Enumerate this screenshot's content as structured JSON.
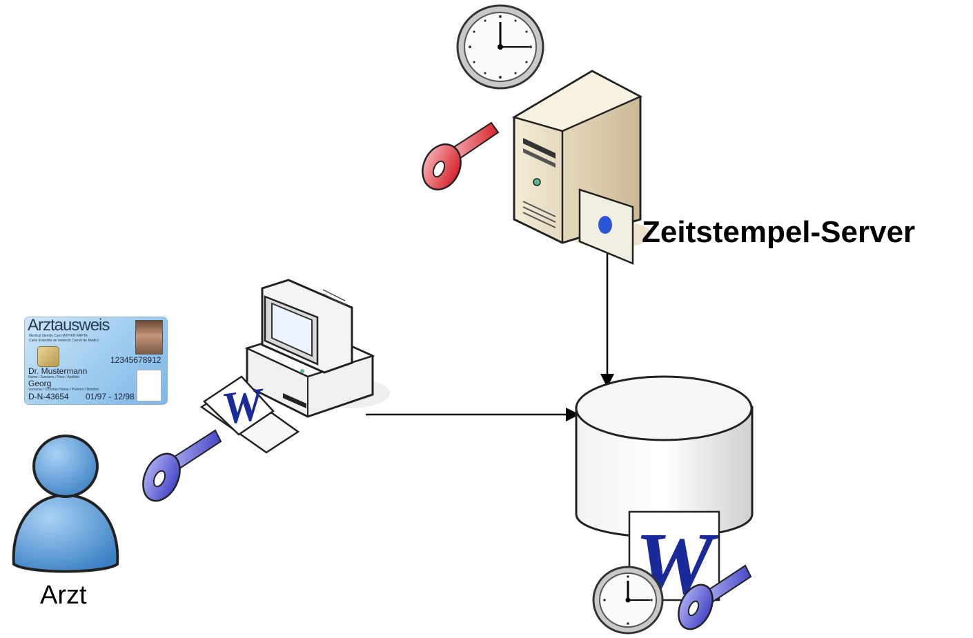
{
  "diagram": {
    "server_label": "Zeitstempel-Server",
    "person_label": "Arzt",
    "document_letter": "W",
    "id_card": {
      "title": "Arztausweis",
      "subtitle_line1": "Medical Identity Card    ΙΑΤΡΙΚΗ ΚΑΡΤΑ",
      "subtitle_line2": "Carte d'identité de médecin    Carnet de Médico",
      "number": "12345678912",
      "name": "Dr. Mustermann",
      "name_fields": "Name / Surname / Nom / Apellido",
      "given_name": "Georg",
      "given_fields": "Vorname / Christian Name / Prénom / Nombre",
      "id_code": "D-N-43654",
      "validity": "01/97 - 12/98"
    },
    "colors": {
      "timestamp_key": "#e0333a",
      "signature_key": "#5a5ad6",
      "person": "#5f9fd8",
      "server_case": "#e8dcc0",
      "word_letter": "#1a2a9a"
    },
    "icons": [
      "clock-icon",
      "key-icon",
      "server-icon",
      "computer-icon",
      "database-icon",
      "person-icon",
      "document-icon",
      "id-card-icon"
    ]
  }
}
